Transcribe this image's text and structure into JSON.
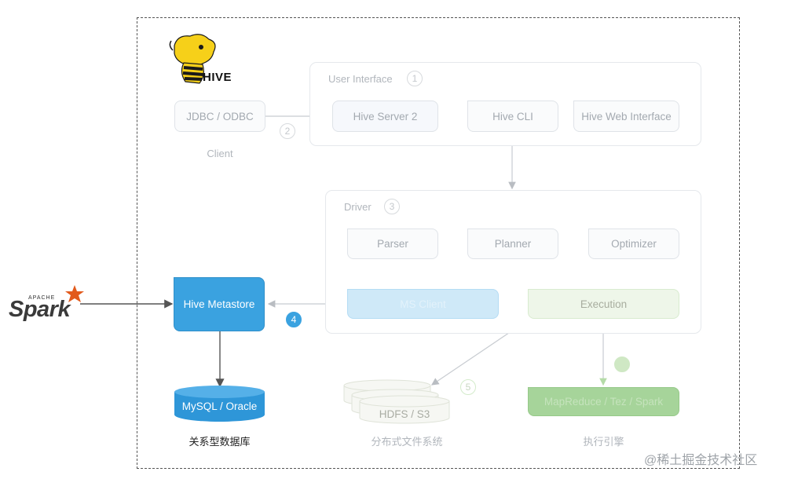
{
  "client": {
    "jdbc_label": "JDBC / ODBC",
    "caption": "Client"
  },
  "user_interface": {
    "title": "User Interface",
    "badge": "1",
    "hive_server_2": "Hive Server 2",
    "hive_cli": "Hive CLI",
    "hive_web_interface": "Hive Web Interface"
  },
  "connector_badges": {
    "jdbc_to_server": "2",
    "to_metastore": "4",
    "to_storage": "5",
    "to_engine": ""
  },
  "driver": {
    "title": "Driver",
    "badge": "3",
    "parser": "Parser",
    "planner": "Planner",
    "optimizer": "Optimizer",
    "ms_client": "MS Client",
    "execution": "Execution"
  },
  "metastore": {
    "label": "Hive Metastore"
  },
  "database": {
    "label": "MySQL / Oracle",
    "caption": "关系型数据库"
  },
  "storage": {
    "label": "HDFS / S3",
    "caption": "分布式文件系统"
  },
  "engine": {
    "label": "MapReduce / Tez / Spark",
    "caption": "执行引擎"
  },
  "logos": {
    "hive": "HIVE",
    "spark_top": "APACHE",
    "spark_main": "Spark"
  },
  "watermark": "@稀土掘金技术社区",
  "colors": {
    "metastore_fill": "#3aa2e0",
    "ms_client_fill": "#cfe9f8",
    "execution_fill": "#eef6e9",
    "engine_fill": "#a6d49a",
    "db_fill": "#2e96d8",
    "spark_orange": "#e25a1c",
    "hive_yellow": "#f6d019"
  }
}
